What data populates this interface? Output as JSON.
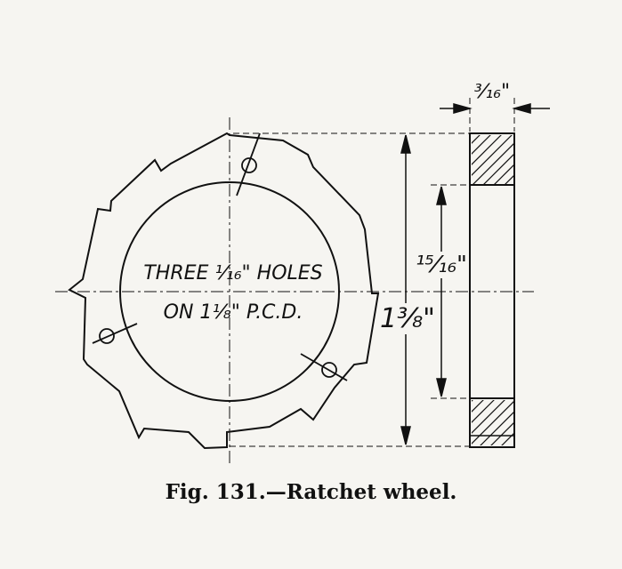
{
  "figure": {
    "caption": "Fig. 131.—Ratchet wheel.",
    "note_line1": "THREE ¹⁄₁₆\" HOLES",
    "note_line2": "ON 1¹⁄₈\" P.C.D.",
    "dim_thickness": "³⁄₁₆\"",
    "dim_inner": "¹⁵⁄₁₆\"",
    "dim_outer": "1³⁄₈\""
  },
  "colors": {
    "ink": "#111111",
    "paper": "#f6f5f1"
  }
}
